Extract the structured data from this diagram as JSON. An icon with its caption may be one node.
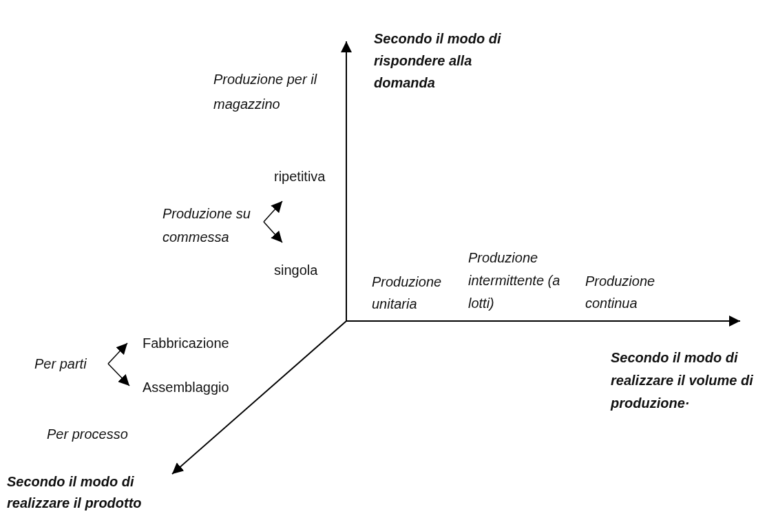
{
  "diagram": {
    "nodes": [
      {
        "text": [
          "Produzione su commessa"
        ]
      },
      {
        "text": [
          "ripetitiva"
        ]
      },
      {
        "text": [
          "singola"
        ]
      },
      {
        "text": [
          "Per parti"
        ]
      },
      {
        "text": [
          "Fabbricazione"
        ]
      },
      {
        "text": [
          "Assemblaggio"
        ]
      }
    ],
    "edges": [
      {
        "from": 0,
        "to": 1,
        "arrow": "to"
      },
      {
        "from": 0,
        "to": 2,
        "arrow": "to"
      },
      {
        "from": 3,
        "to": 4,
        "arrow": "to"
      },
      {
        "from": 3,
        "to": 5,
        "arrow": "to"
      }
    ],
    "labels": [
      "Secondo il modo di rispondere alla domanda",
      "Produzione per il magazzino",
      "Produzione unitaria",
      "Produzione intermittente (a lotti)",
      "Produzione continua",
      "Secondo il modo di realizzare il volume di produzione·",
      "Per processo",
      "Secondo il modo di realizzare il prodotto"
    ]
  }
}
